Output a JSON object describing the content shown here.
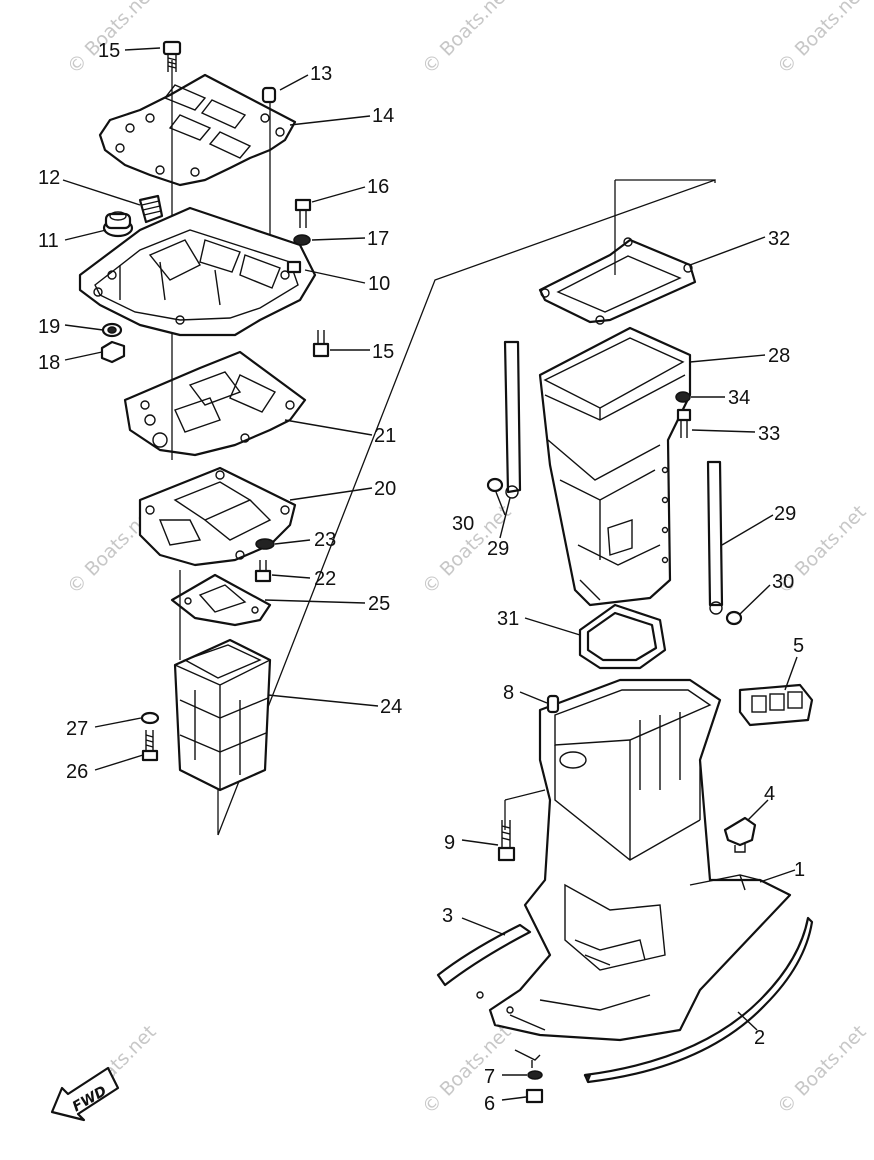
{
  "watermark": "© Boats.net",
  "fwd_label": "FWD",
  "callouts": [
    "1",
    "2",
    "3",
    "4",
    "5",
    "6",
    "7",
    "8",
    "9",
    "10",
    "11",
    "12",
    "13",
    "14",
    "15",
    "15",
    "16",
    "17",
    "18",
    "19",
    "20",
    "21",
    "22",
    "23",
    "24",
    "25",
    "26",
    "27",
    "28",
    "29",
    "29",
    "30",
    "30",
    "31",
    "32",
    "33",
    "34"
  ]
}
